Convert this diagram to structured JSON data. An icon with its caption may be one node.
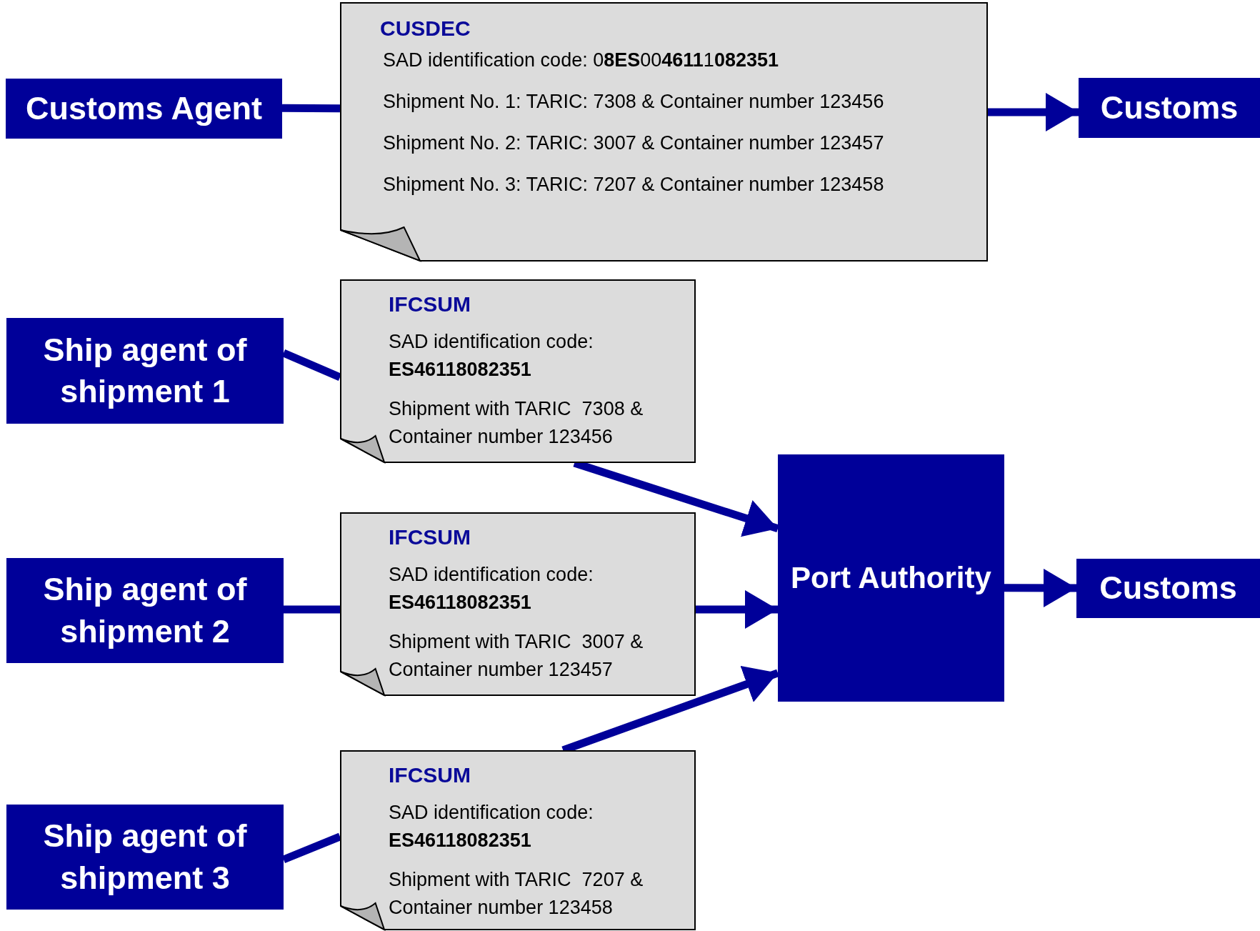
{
  "diagram": {
    "nodes": [
      {
        "text": [
          "Customs Agent"
        ]
      },
      {
        "text": [
          "CUSDEC",
          "SAD identification code: 0**8ES**00**4611**1**082351**",
          "Shipment No. 1: TARIC: 7308 & Container number 123456",
          "Shipment No. 2: TARIC: 3007 & Container number 123457",
          "Shipment No. 3: TARIC: 7207 & Container number 123458"
        ]
      },
      {
        "text": [
          "Customs"
        ]
      },
      {
        "text": [
          "Ship agent of shipment 1"
        ]
      },
      {
        "text": [
          "IFCSUM",
          "SAD identification code: **ES46118082351**",
          "Shipment with TARIC  7308 & Container number 123456"
        ]
      },
      {
        "text": [
          "Ship agent of shipment 2"
        ]
      },
      {
        "text": [
          "IFCSUM",
          "SAD identification code: **ES46118082351**",
          "Shipment with TARIC  3007 & Container number 123457"
        ]
      },
      {
        "text": [
          "Port Authority"
        ]
      },
      {
        "text": [
          "Customs"
        ]
      },
      {
        "text": [
          "Ship agent of shipment 3"
        ]
      },
      {
        "text": [
          "IFCSUM",
          "SAD identification code: **ES46118082351**",
          "Shipment with TARIC  7207 & Container number 123458"
        ]
      }
    ],
    "edges": [
      {
        "from": 0,
        "to": 1,
        "arrow": "none"
      },
      {
        "from": 1,
        "to": 2,
        "arrow": "to"
      },
      {
        "from": 3,
        "to": 4,
        "arrow": "none"
      },
      {
        "from": 4,
        "to": 7,
        "arrow": "to"
      },
      {
        "from": 5,
        "to": 6,
        "arrow": "none"
      },
      {
        "from": 6,
        "to": 7,
        "arrow": "to"
      },
      {
        "from": 9,
        "to": 10,
        "arrow": "none"
      },
      {
        "from": 10,
        "to": 7,
        "arrow": "to"
      },
      {
        "from": 7,
        "to": 8,
        "arrow": "to"
      }
    ]
  }
}
